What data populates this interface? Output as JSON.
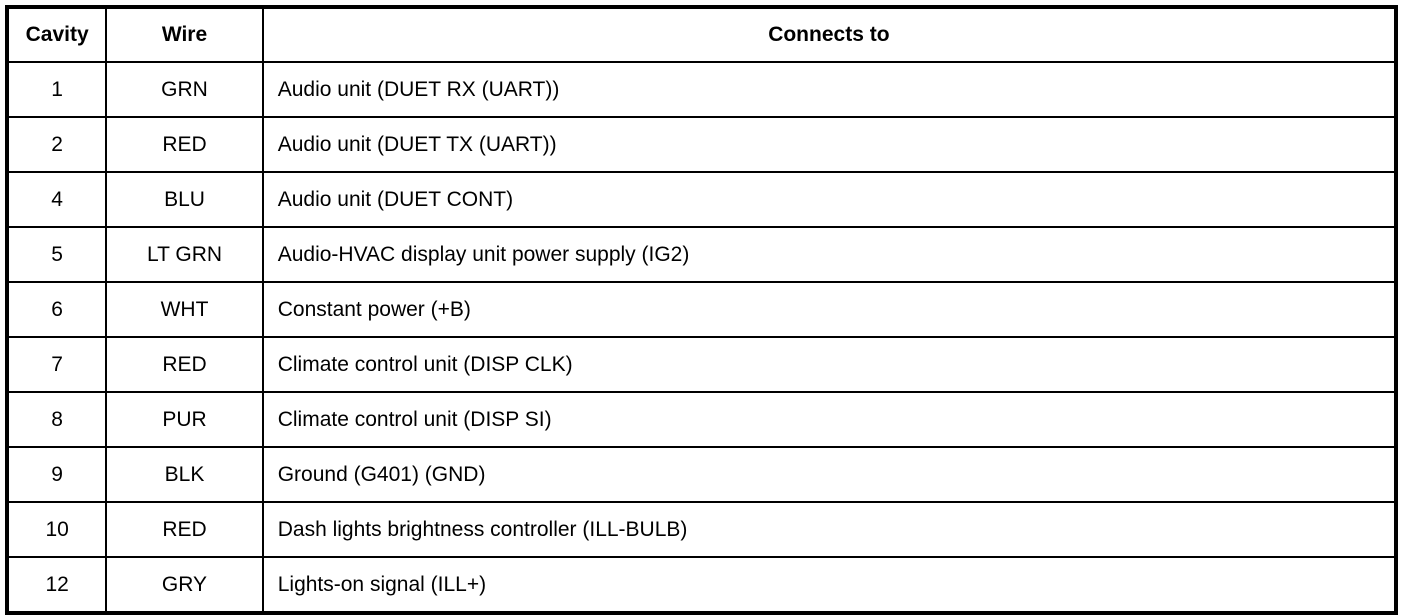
{
  "table": {
    "caption": "",
    "columns": [
      {
        "key": "cavity",
        "label": "Cavity"
      },
      {
        "key": "wire",
        "label": "Wire"
      },
      {
        "key": "connects",
        "label": "Connects to"
      }
    ],
    "rows": [
      {
        "cavity": "1",
        "wire": "GRN",
        "connects": "Audio unit (DUET RX (UART))"
      },
      {
        "cavity": "2",
        "wire": "RED",
        "connects": "Audio unit (DUET TX (UART))"
      },
      {
        "cavity": "4",
        "wire": "BLU",
        "connects": "Audio unit (DUET CONT)"
      },
      {
        "cavity": "5",
        "wire": "LT GRN",
        "connects": "Audio-HVAC display unit power supply (IG2)"
      },
      {
        "cavity": "6",
        "wire": "WHT",
        "connects": "Constant power (+B)"
      },
      {
        "cavity": "7",
        "wire": "RED",
        "connects": "Climate control unit (DISP CLK)"
      },
      {
        "cavity": "8",
        "wire": "PUR",
        "connects": "Climate control unit (DISP SI)"
      },
      {
        "cavity": "9",
        "wire": "BLK",
        "connects": "Ground (G401) (GND)"
      },
      {
        "cavity": "10",
        "wire": "RED",
        "connects": "Dash lights brightness controller (ILL-BULB)"
      },
      {
        "cavity": "12",
        "wire": "GRY",
        "connects": "Lights-on signal (ILL+)"
      }
    ]
  },
  "colors": {
    "background": "#ffffff",
    "text": "#000000",
    "border": "#000000"
  }
}
